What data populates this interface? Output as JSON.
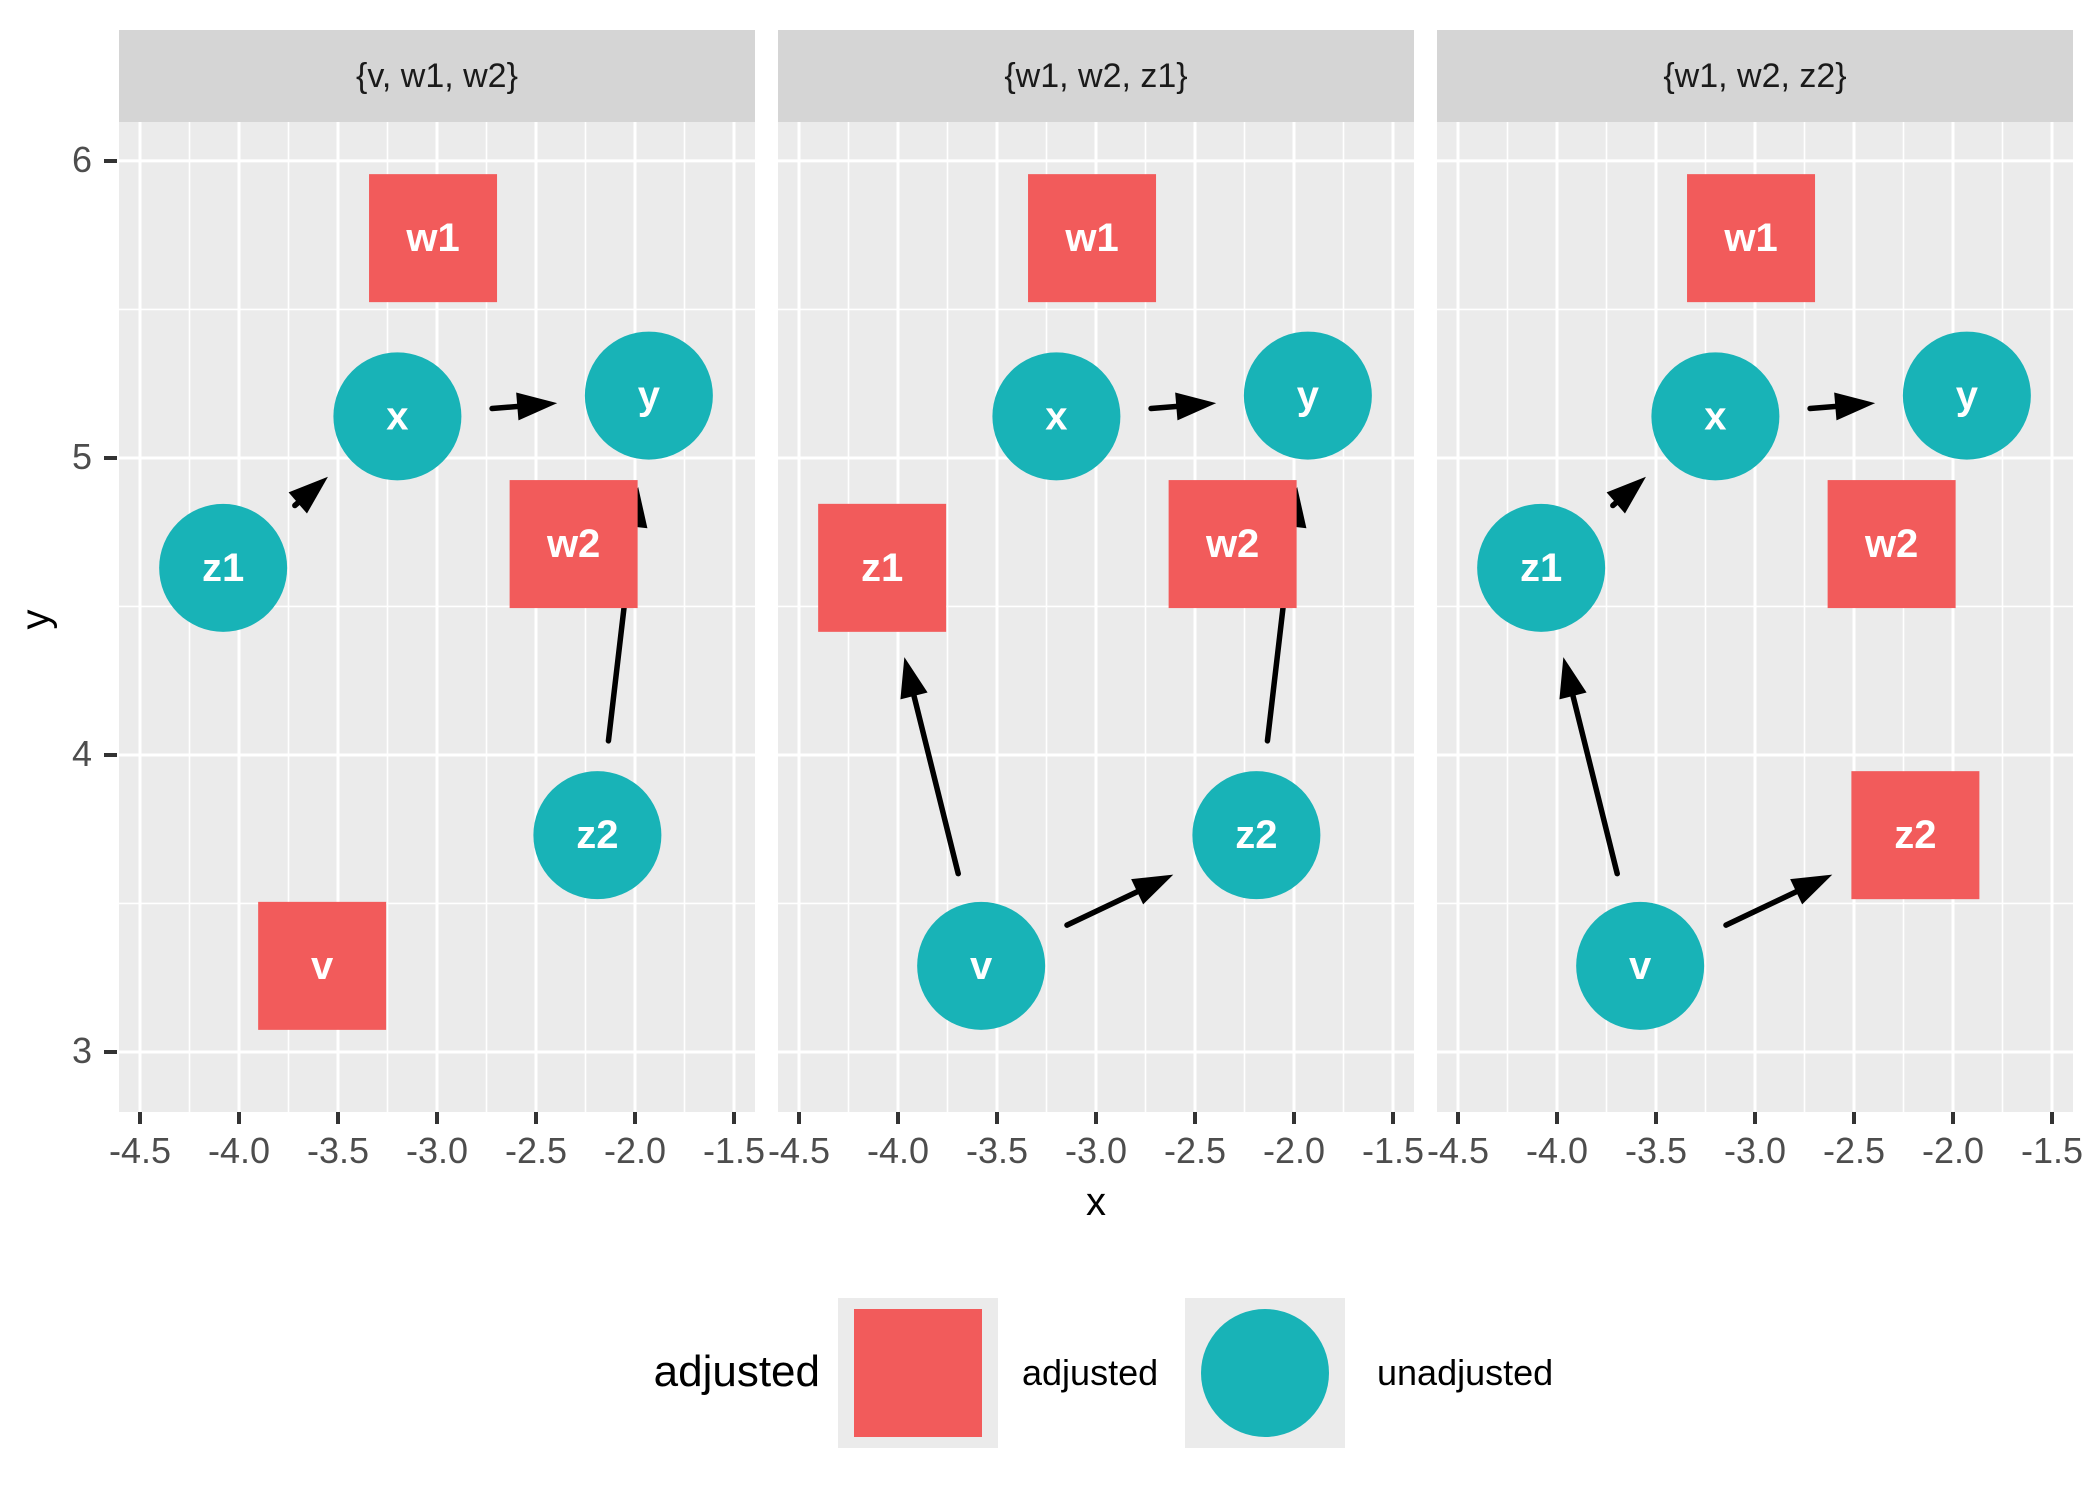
{
  "figure": {
    "colors": {
      "adjusted": "#F25B5B",
      "unadjusted": "#18B3B7",
      "panel_bg": "#EBEBEB",
      "strip_bg": "#D5D5D5",
      "grid": "#FFFFFF",
      "tick": "#333333",
      "tick_label": "#4D4D4D",
      "edge": "#000000",
      "node_label": "#FFFFFF"
    }
  },
  "chart_data": {
    "type": "scatter",
    "subtype": "faceted-dag-adjustment-sets",
    "xlabel": "x",
    "ylabel": "y",
    "x_domain": [
      -4.606,
      -1.394
    ],
    "y_domain": [
      2.798,
      6.131
    ],
    "x_ticks": [
      -4.5,
      -4.0,
      -3.5,
      -3.0,
      -2.5,
      -2.0,
      -1.5
    ],
    "x_tick_labels": [
      "-4.5",
      "-4.0",
      "-3.5",
      "-3.0",
      "-2.5",
      "-2.0",
      "-1.5"
    ],
    "y_ticks": [
      6,
      5,
      4,
      3
    ],
    "y_tick_labels": [
      "6",
      "5",
      "4",
      "3"
    ],
    "x_minor": [
      -4.25,
      -3.75,
      -3.25,
      -2.75,
      -2.25,
      -1.75
    ],
    "y_minor": [
      5.5,
      4.5,
      3.5
    ],
    "grid": true,
    "legend_position": "bottom",
    "nodes": {
      "v": {
        "x": -3.58,
        "y": 3.29
      },
      "w1": {
        "x": -3.02,
        "y": 5.74
      },
      "w2": {
        "x": -2.31,
        "y": 4.71
      },
      "x": {
        "x": -3.2,
        "y": 5.14
      },
      "y": {
        "x": -1.93,
        "y": 5.21
      },
      "z1": {
        "x": -4.08,
        "y": 4.63
      },
      "z2": {
        "x": -2.19,
        "y": 3.73
      }
    },
    "facets": [
      {
        "label": "{v, w1, w2}",
        "adjusted": [
          "v",
          "w1",
          "w2"
        ],
        "edges": [
          [
            "z1",
            "x"
          ],
          [
            "z2",
            "y"
          ],
          [
            "x",
            "y"
          ]
        ]
      },
      {
        "label": "{w1, w2, z1}",
        "adjusted": [
          "w1",
          "w2",
          "z1"
        ],
        "edges": [
          [
            "v",
            "z1"
          ],
          [
            "v",
            "z2"
          ],
          [
            "z2",
            "y"
          ],
          [
            "x",
            "y"
          ]
        ]
      },
      {
        "label": "{w1, w2, z2}",
        "adjusted": [
          "w1",
          "w2",
          "z2"
        ],
        "edges": [
          [
            "v",
            "z1"
          ],
          [
            "v",
            "z2"
          ],
          [
            "z1",
            "x"
          ],
          [
            "x",
            "y"
          ]
        ]
      }
    ],
    "legend": {
      "title": "adjusted",
      "items": [
        {
          "label": "adjusted",
          "shape": "square"
        },
        {
          "label": "unadjusted",
          "shape": "circle"
        }
      ]
    }
  }
}
